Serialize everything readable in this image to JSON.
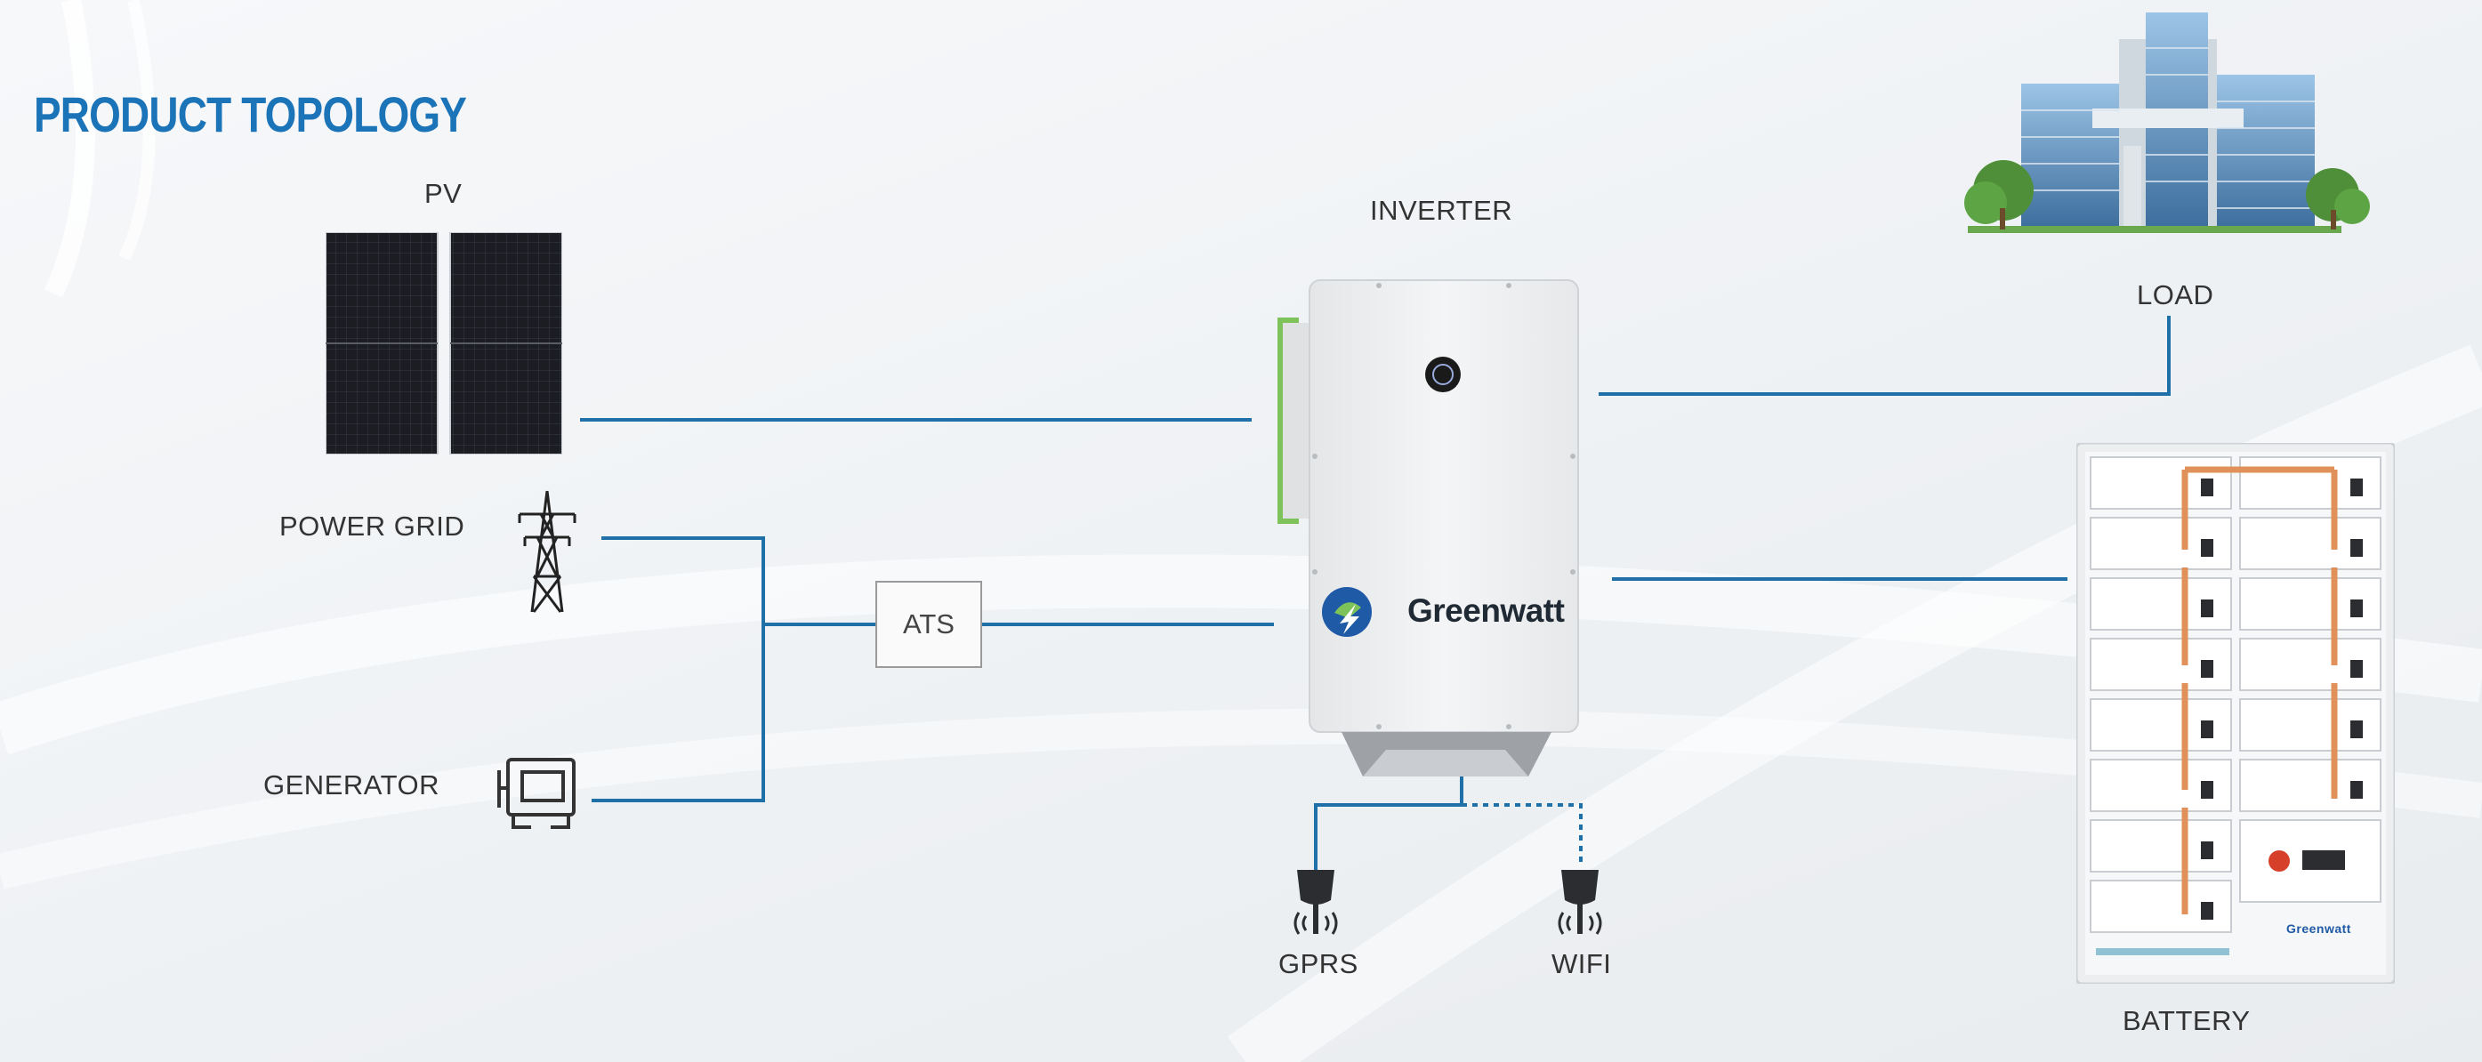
{
  "title": "PRODUCT TOPOLOGY",
  "nodes": {
    "pv": "PV",
    "inverter": "INVERTER",
    "load": "LOAD",
    "power_grid": "POWER GRID",
    "ats": "ATS",
    "generator": "GENERATOR",
    "gprs": "GPRS",
    "wifi": "WIFI",
    "battery": "BATTERY"
  },
  "inverter_brand": "Greenwatt",
  "battery_brand": "Greenwatt",
  "colors": {
    "title": "#1c74b8",
    "connector": "#1f6fa8",
    "label": "#333333"
  },
  "icons": [
    "solar-panel-icon",
    "transmission-tower-icon",
    "generator-icon",
    "building-icon",
    "antenna-icon"
  ]
}
